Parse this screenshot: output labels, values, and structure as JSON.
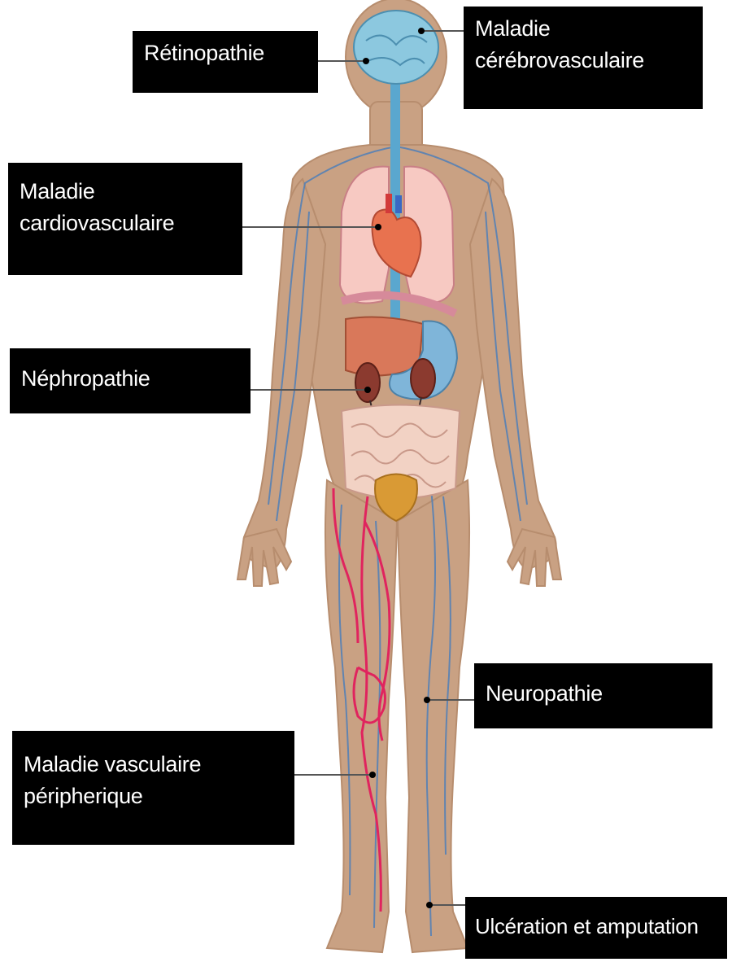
{
  "labels": {
    "retinopathie": "Rétinopathie",
    "cerebro_line1": "Maladie",
    "cerebro_line2": "cérébrovasculaire",
    "cardio_line1": "Maladie",
    "cardio_line2": "cardiovasculaire",
    "nephropathie": "Néphropathie",
    "neuropathie": "Neuropathie",
    "vasc_line1": "Maladie vasculaire",
    "vasc_line2": "péripherique",
    "ulceration": "Ulcération et amputation"
  },
  "colors": {
    "label_bg": "#000000",
    "label_text": "#ffffff",
    "skin": "#c9a183",
    "brain": "#8cc8df",
    "nerve": "#5aa7cf",
    "vein": "#4f7fb8",
    "artery": "#e0245e",
    "heart": "#e8724f",
    "lungs": "#f7c9c2",
    "liver": "#d9785a",
    "stomach": "#7fb5d9",
    "kidney": "#8b3a2f",
    "intestines": "#f2d2c4",
    "bladder": "#d99a35"
  }
}
